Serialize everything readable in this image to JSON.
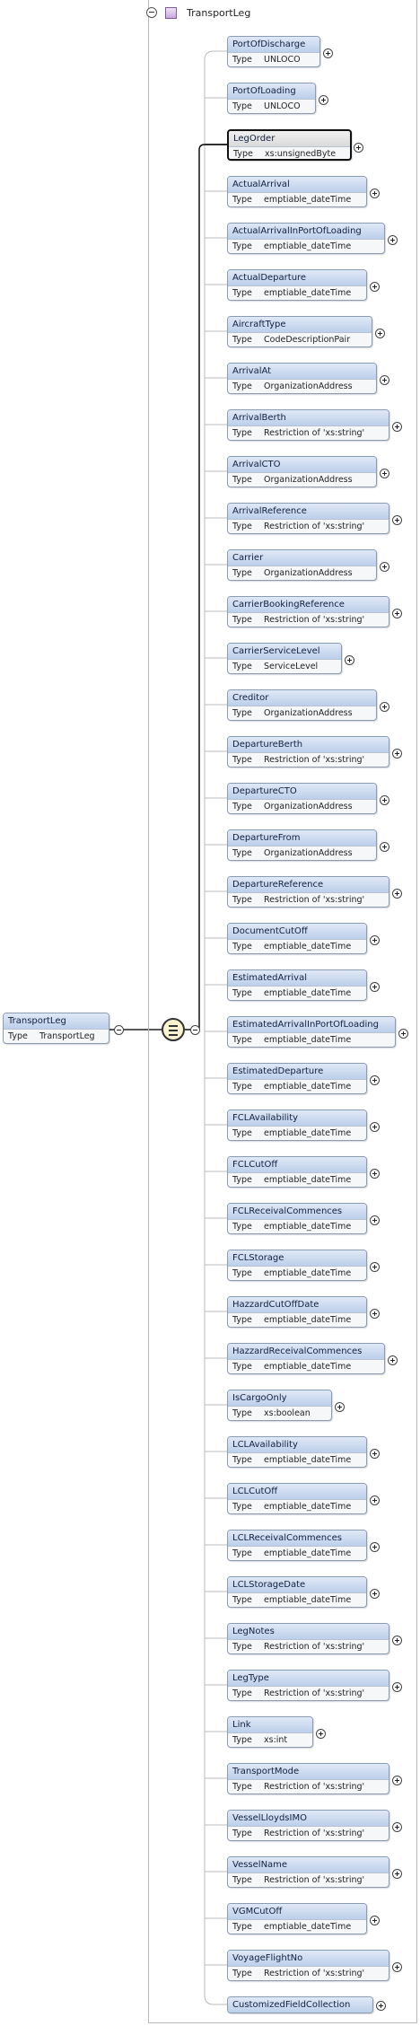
{
  "header": {
    "title": "TransportLeg"
  },
  "root": {
    "name": "TransportLeg",
    "type_label": "Type",
    "type": "TransportLeg"
  },
  "type_label": "Type",
  "children": [
    {
      "name": "PortOfDischarge",
      "type": "UNLOCO",
      "selected": false,
      "expand": true
    },
    {
      "name": "PortOfLoading",
      "type": "UNLOCO",
      "selected": false,
      "expand": true
    },
    {
      "name": "LegOrder",
      "type": "xs:unsignedByte",
      "selected": true,
      "expand": true
    },
    {
      "name": "ActualArrival",
      "type": "emptiable_dateTime",
      "selected": false,
      "expand": true
    },
    {
      "name": "ActualArrivalInPortOfLoading",
      "type": "emptiable_dateTime",
      "selected": false,
      "expand": true
    },
    {
      "name": "ActualDeparture",
      "type": "emptiable_dateTime",
      "selected": false,
      "expand": true
    },
    {
      "name": "AircraftType",
      "type": "CodeDescriptionPair",
      "selected": false,
      "expand": true
    },
    {
      "name": "ArrivalAt",
      "type": "OrganizationAddress",
      "selected": false,
      "expand": true
    },
    {
      "name": "ArrivalBerth",
      "type": "Restriction of 'xs:string'",
      "selected": false,
      "expand": true
    },
    {
      "name": "ArrivalCTO",
      "type": "OrganizationAddress",
      "selected": false,
      "expand": true
    },
    {
      "name": "ArrivalReference",
      "type": "Restriction of 'xs:string'",
      "selected": false,
      "expand": true
    },
    {
      "name": "Carrier",
      "type": "OrganizationAddress",
      "selected": false,
      "expand": true
    },
    {
      "name": "CarrierBookingReference",
      "type": "Restriction of 'xs:string'",
      "selected": false,
      "expand": true
    },
    {
      "name": "CarrierServiceLevel",
      "type": "ServiceLevel",
      "selected": false,
      "expand": true
    },
    {
      "name": "Creditor",
      "type": "OrganizationAddress",
      "selected": false,
      "expand": true
    },
    {
      "name": "DepartureBerth",
      "type": "Restriction of 'xs:string'",
      "selected": false,
      "expand": true
    },
    {
      "name": "DepartureCTO",
      "type": "OrganizationAddress",
      "selected": false,
      "expand": true
    },
    {
      "name": "DepartureFrom",
      "type": "OrganizationAddress",
      "selected": false,
      "expand": true
    },
    {
      "name": "DepartureReference",
      "type": "Restriction of 'xs:string'",
      "selected": false,
      "expand": true
    },
    {
      "name": "DocumentCutOff",
      "type": "emptiable_dateTime",
      "selected": false,
      "expand": true
    },
    {
      "name": "EstimatedArrival",
      "type": "emptiable_dateTime",
      "selected": false,
      "expand": true
    },
    {
      "name": "EstimatedArrivalInPortOfLoading",
      "type": "emptiable_dateTime",
      "selected": false,
      "expand": true
    },
    {
      "name": "EstimatedDeparture",
      "type": "emptiable_dateTime",
      "selected": false,
      "expand": true
    },
    {
      "name": "FCLAvailability",
      "type": "emptiable_dateTime",
      "selected": false,
      "expand": true
    },
    {
      "name": "FCLCutOff",
      "type": "emptiable_dateTime",
      "selected": false,
      "expand": true
    },
    {
      "name": "FCLReceivalCommences",
      "type": "emptiable_dateTime",
      "selected": false,
      "expand": true
    },
    {
      "name": "FCLStorage",
      "type": "emptiable_dateTime",
      "selected": false,
      "expand": true
    },
    {
      "name": "HazzardCutOffDate",
      "type": "emptiable_dateTime",
      "selected": false,
      "expand": true
    },
    {
      "name": "HazzardReceivalCommences",
      "type": "emptiable_dateTime",
      "selected": false,
      "expand": true
    },
    {
      "name": "IsCargoOnly",
      "type": "xs:boolean",
      "selected": false,
      "expand": true
    },
    {
      "name": "LCLAvailability",
      "type": "emptiable_dateTime",
      "selected": false,
      "expand": true
    },
    {
      "name": "LCLCutOff",
      "type": "emptiable_dateTime",
      "selected": false,
      "expand": true
    },
    {
      "name": "LCLReceivalCommences",
      "type": "emptiable_dateTime",
      "selected": false,
      "expand": true
    },
    {
      "name": "LCLStorageDate",
      "type": "emptiable_dateTime",
      "selected": false,
      "expand": true
    },
    {
      "name": "LegNotes",
      "type": "Restriction of 'xs:string'",
      "selected": false,
      "expand": true
    },
    {
      "name": "LegType",
      "type": "Restriction of 'xs:string'",
      "selected": false,
      "expand": true
    },
    {
      "name": "Link",
      "type": "xs:int",
      "selected": false,
      "expand": true
    },
    {
      "name": "TransportMode",
      "type": "Restriction of 'xs:string'",
      "selected": false,
      "expand": true
    },
    {
      "name": "VesselLloydsIMO",
      "type": "Restriction of 'xs:string'",
      "selected": false,
      "expand": true
    },
    {
      "name": "VesselName",
      "type": "Restriction of 'xs:string'",
      "selected": false,
      "expand": true
    },
    {
      "name": "VGMCutOff",
      "type": "emptiable_dateTime",
      "selected": false,
      "expand": true
    },
    {
      "name": "VoyageFlightNo",
      "type": "Restriction of 'xs:string'",
      "selected": false,
      "expand": true
    },
    {
      "name": "CustomizedFieldCollection",
      "type": "",
      "selected": false,
      "expand": true
    }
  ]
}
